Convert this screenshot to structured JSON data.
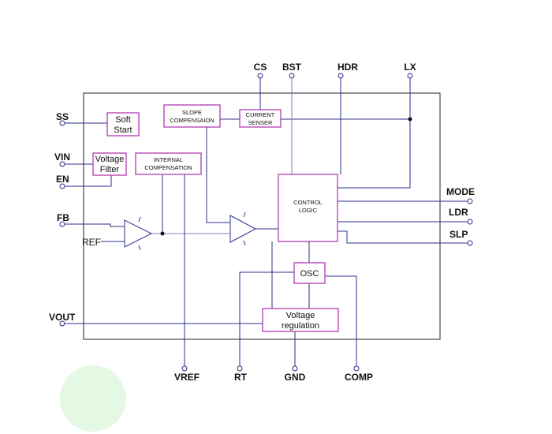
{
  "pins": {
    "ss": "SS",
    "vin": "VIN",
    "en": "EN",
    "fb": "FB",
    "ref": "REF",
    "vout": "VOUT",
    "cs": "CS",
    "bst": "BST",
    "hdr": "HDR",
    "lx": "LX",
    "mode": "MODE",
    "ldr": "LDR",
    "slp": "SLP",
    "vref": "VREF",
    "rt": "RT",
    "gnd": "GND",
    "comp": "COMP"
  },
  "blocks": {
    "soft_start": [
      "Soft",
      "Start"
    ],
    "voltage_filter": [
      "Voltage",
      "Filter"
    ],
    "slope_compensation": [
      "SLOPE",
      "COMPENSAION"
    ],
    "current_senser": [
      "CURRENT",
      "SENSER"
    ],
    "internal_compensation": [
      "INTERNAL",
      "COMPENSATION"
    ],
    "control_logic": [
      "CONTROL",
      "LOGIC"
    ],
    "osc": "OSC",
    "voltage_regulation": [
      "Voltage",
      "regulation"
    ]
  },
  "colors": {
    "wire": "#2b2f8a",
    "block_border": "#b23ab2",
    "chip_border": "#222222",
    "watermark": "#c9f3c9"
  }
}
